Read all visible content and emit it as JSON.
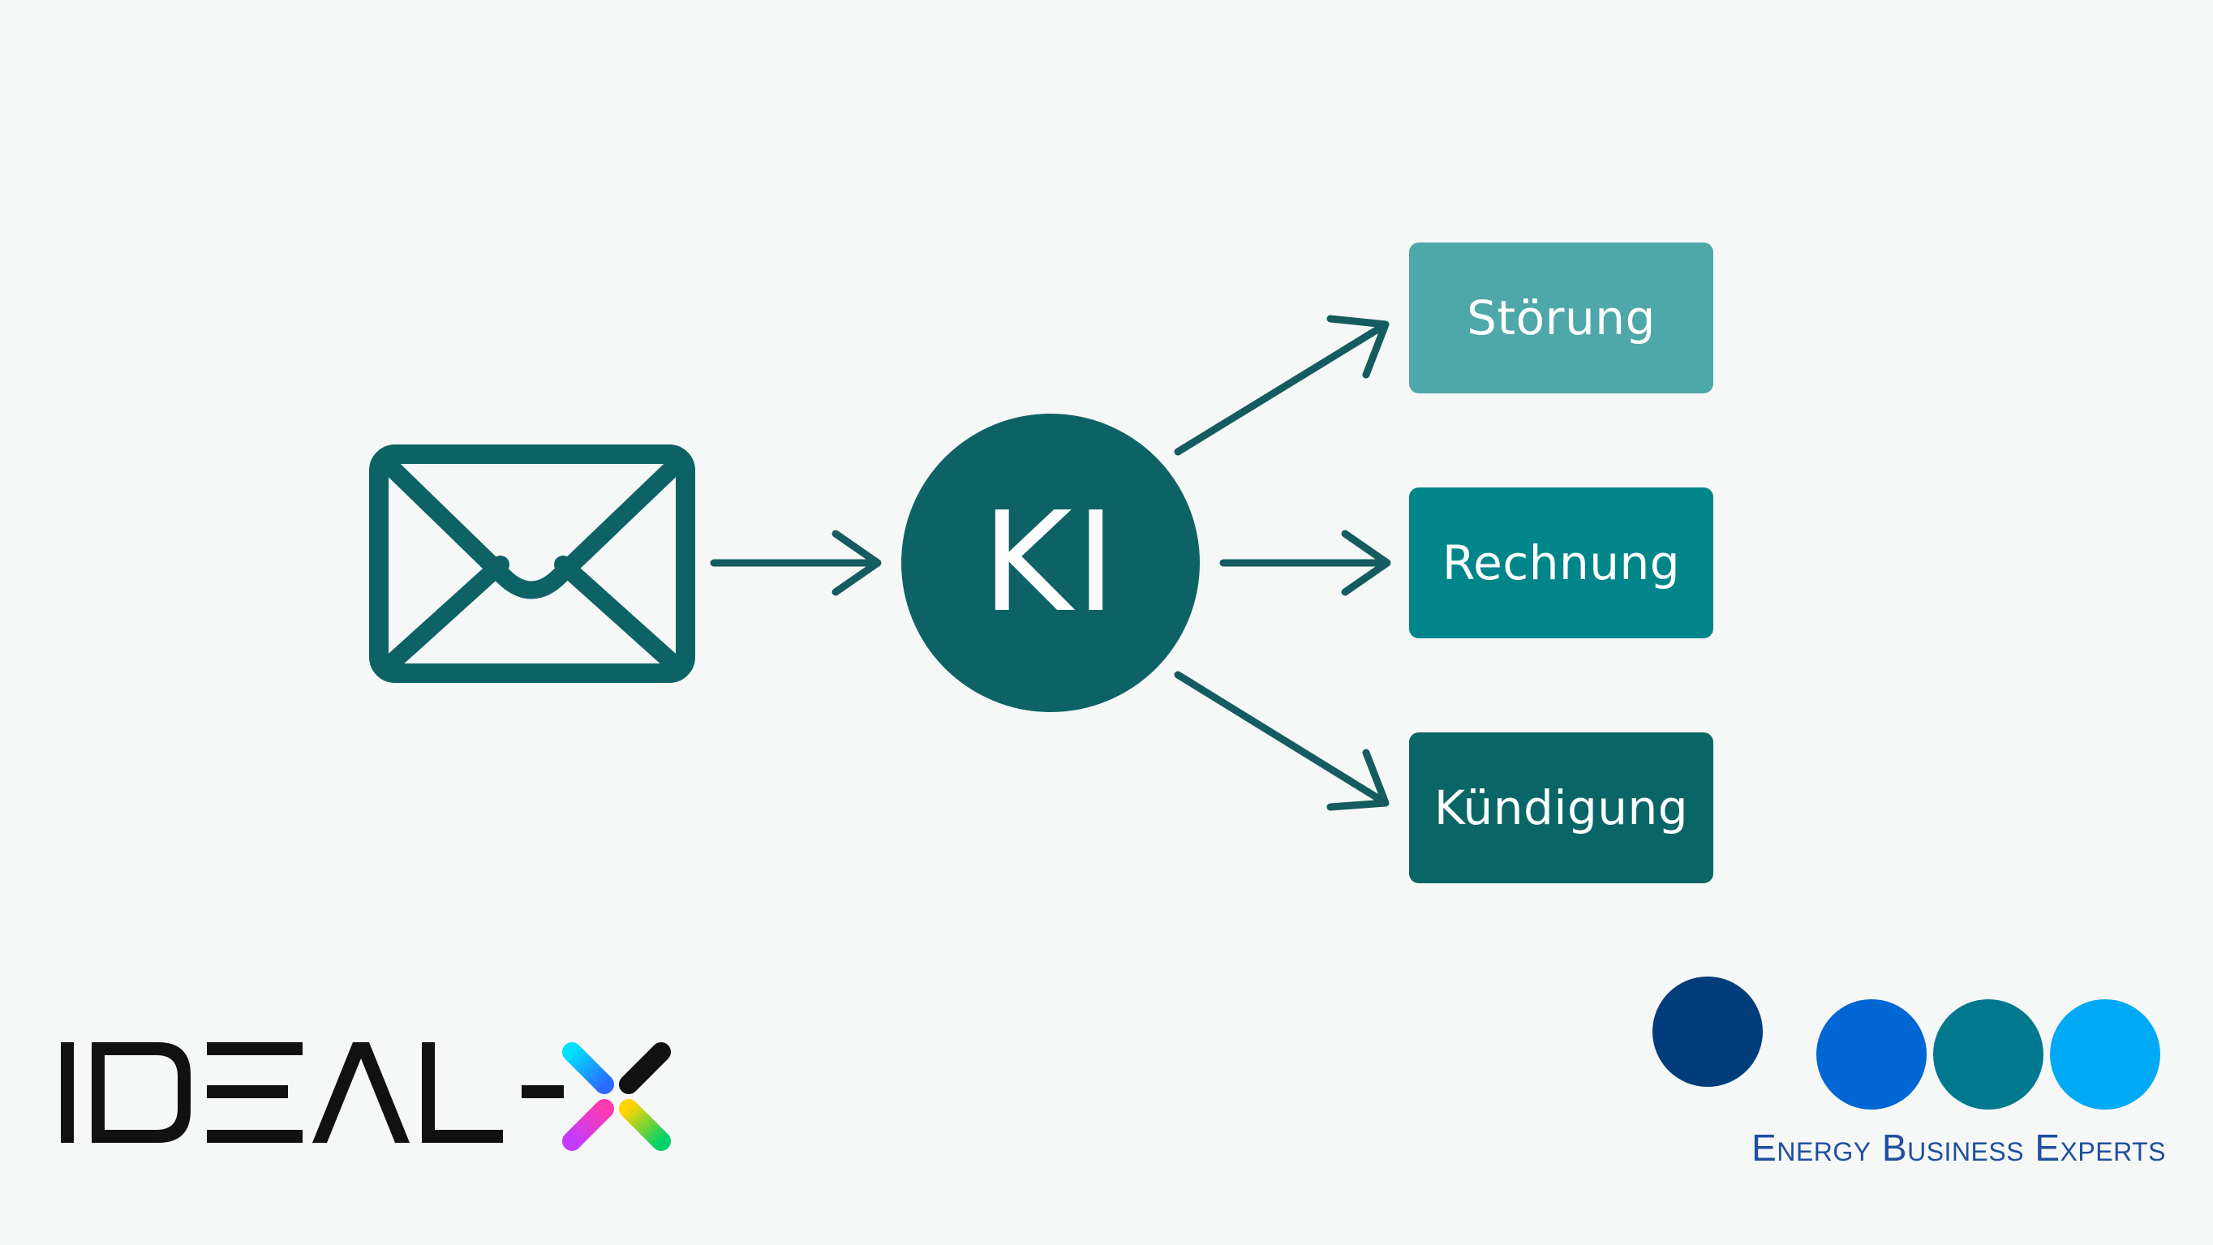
{
  "diagram": {
    "center_node": {
      "label": "KI"
    },
    "categories": [
      {
        "label": "Störung",
        "color": "#4ea7a9"
      },
      {
        "label": "Rechnung",
        "color": "#00868a"
      },
      {
        "label": "Kündigung",
        "color": "#0a6566"
      }
    ],
    "colors": {
      "primary": "#0d6266",
      "arrow": "#145c5f"
    }
  },
  "logos": {
    "ideal_x": {
      "text": "IDEAL-X"
    },
    "energy_business_experts": {
      "text": "Energy Business Experts",
      "dot_colors": [
        "#003d7a",
        "#0066d4",
        "#00798f",
        "#00aaf5"
      ]
    }
  }
}
